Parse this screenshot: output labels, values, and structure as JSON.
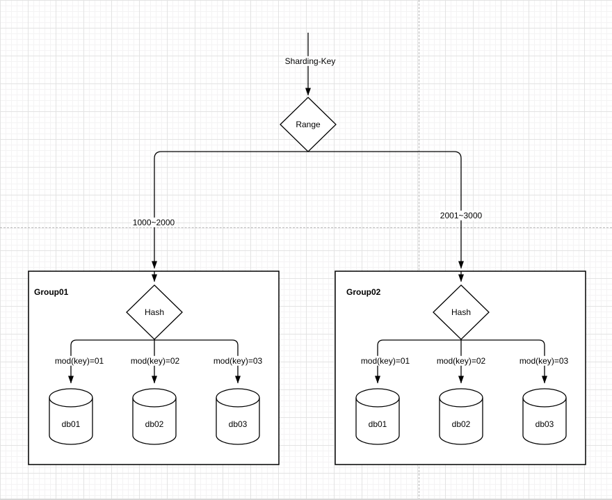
{
  "diagram": {
    "root_label": "Sharding-Key",
    "range_node": {
      "label": "Range"
    },
    "branches": [
      {
        "label": "1000~2000"
      },
      {
        "label": "2001~3000"
      }
    ],
    "groups": [
      {
        "title": "Group01",
        "hash_label": "Hash",
        "edge_labels": [
          "mod(key)=01",
          "mod(key)=02",
          "mod(key)=03"
        ],
        "databases": [
          "db01",
          "db02",
          "db03"
        ]
      },
      {
        "title": "Group02",
        "hash_label": "Hash",
        "edge_labels": [
          "mod(key)=01",
          "mod(key)=02",
          "mod(key)=03"
        ],
        "databases": [
          "db01",
          "db02",
          "db03"
        ]
      }
    ]
  },
  "colors": {
    "stroke": "#000000",
    "shape_fill": "#ffffff",
    "grid_minor": "#f4f3f4",
    "grid_major": "#e3e3e3",
    "page_guide": "#b5b5b5"
  }
}
